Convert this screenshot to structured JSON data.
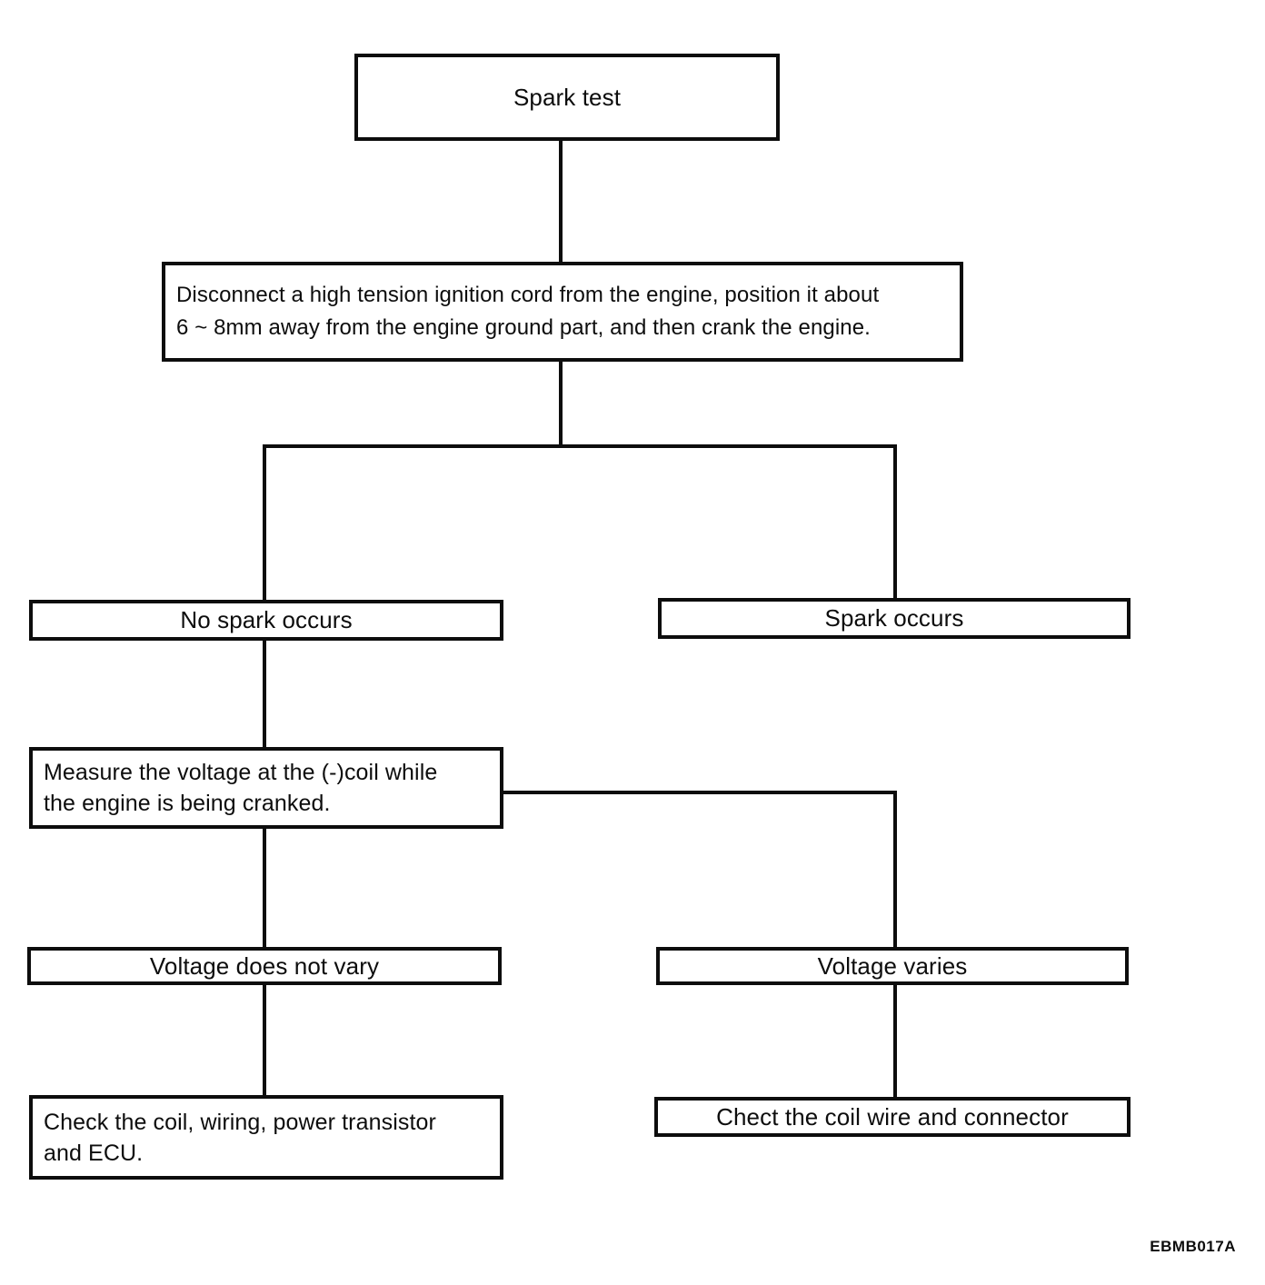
{
  "diagram": {
    "type": "flowchart",
    "figure_code": "EBMB017A",
    "colors": {
      "line": "#0d0d0d",
      "text": "#0d0d0d",
      "background": "#ffffff"
    },
    "nodes": {
      "spark_test": {
        "label": "Spark test"
      },
      "disconnect_instruction": {
        "lines": [
          "Disconnect a high tension ignition cord from the engine, position it about",
          "6 ~ 8mm away from the engine ground part, and then crank the engine."
        ]
      },
      "no_spark_occurs": {
        "label": "No spark occurs"
      },
      "spark_occurs": {
        "label": "Spark occurs"
      },
      "measure_voltage": {
        "lines": [
          "Measure the voltage at the (-)coil while",
          "the engine is being cranked."
        ]
      },
      "voltage_does_not_vary": {
        "label": "Voltage does not vary"
      },
      "voltage_varies": {
        "label": "Voltage varies"
      },
      "check_coil_wiring_ecu": {
        "lines": [
          "Check the coil, wiring, power transistor",
          "and ECU."
        ]
      },
      "check_coil_wire_connector": {
        "label": "Chect the coil wire and connector"
      }
    },
    "edges": [
      {
        "from": "spark_test",
        "to": "disconnect_instruction"
      },
      {
        "from": "disconnect_instruction",
        "to": "no_spark_occurs"
      },
      {
        "from": "disconnect_instruction",
        "to": "spark_occurs"
      },
      {
        "from": "no_spark_occurs",
        "to": "measure_voltage"
      },
      {
        "from": "measure_voltage",
        "to": "voltage_does_not_vary"
      },
      {
        "from": "measure_voltage",
        "to": "voltage_varies"
      },
      {
        "from": "voltage_does_not_vary",
        "to": "check_coil_wiring_ecu"
      },
      {
        "from": "voltage_varies",
        "to": "check_coil_wire_connector"
      }
    ]
  }
}
